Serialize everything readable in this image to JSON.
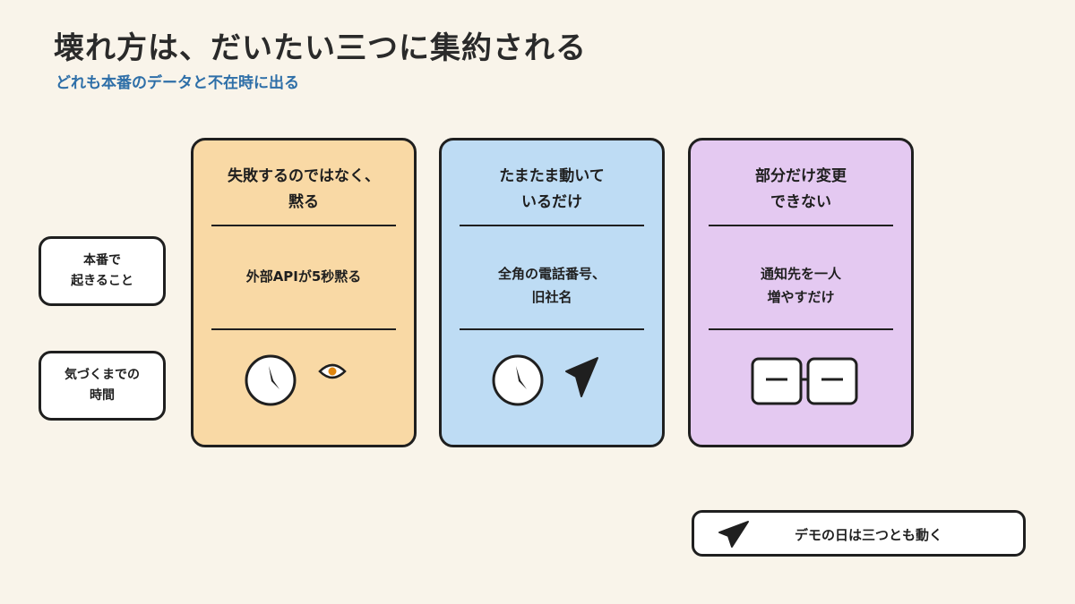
{
  "title": "壊れ方は、だいたい三つに集約される",
  "subtitle": "どれも本番のデータと不在時に出る",
  "rows": [
    {
      "label": "本番で\n起きること"
    },
    {
      "label": "気づくまでの\n時間"
    }
  ],
  "cards": [
    {
      "title": "失敗するのではなく、\n黙る",
      "body": "外部APIが5秒黙る",
      "color": "#f9d9a5",
      "icons": [
        "clock-icon",
        "eye-icon"
      ]
    },
    {
      "title": "たまたま動いて\nいるだけ",
      "body": "全角の電話番号、\n旧社名",
      "color": "#bedcf4",
      "icons": [
        "clock-icon",
        "arrow-cursor-icon"
      ]
    },
    {
      "title": "部分だけ変更\nできない",
      "body": "通知先を一人\n増やすだけ",
      "color": "#e4c9f1",
      "icons": [
        "linked-blocks-icon"
      ]
    }
  ],
  "legend": {
    "icon": "arrow-cursor-icon",
    "text": "デモの日は三つとも動く"
  },
  "colors": {
    "background": "#f9f4ea",
    "subtitle": "#2e6fa8",
    "eye_accent": "#e0860f"
  }
}
